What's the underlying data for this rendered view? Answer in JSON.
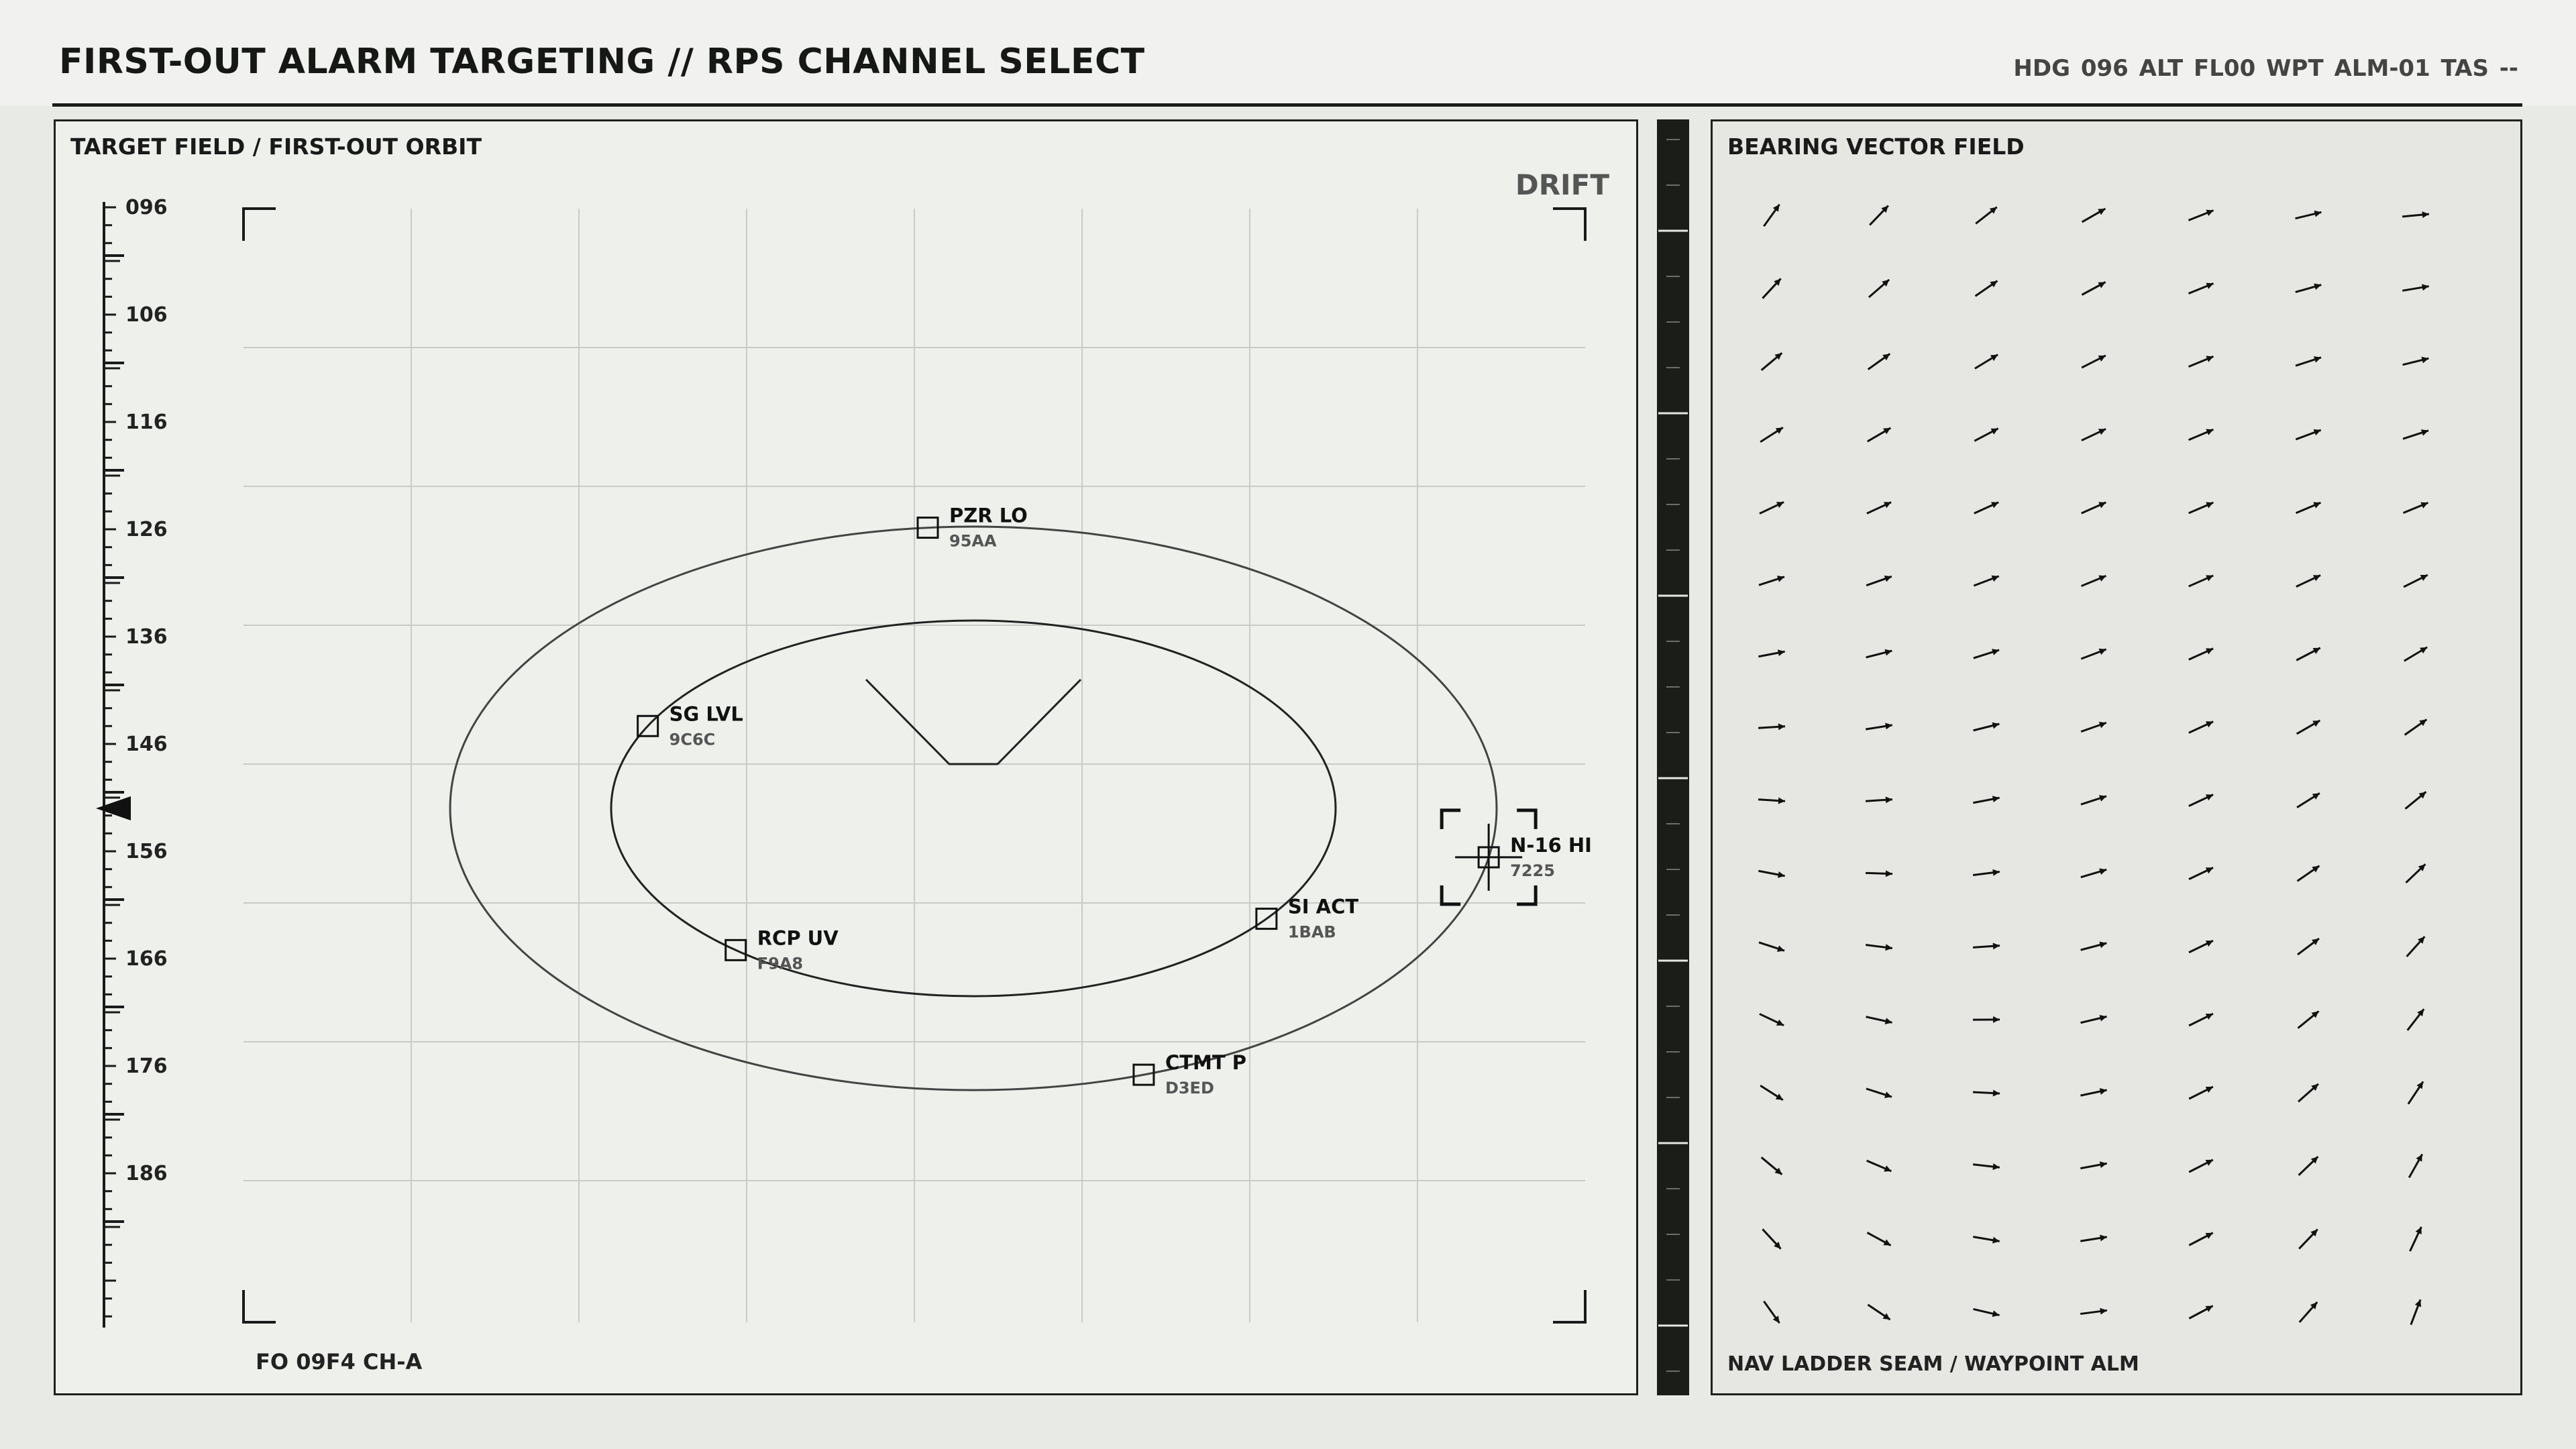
{
  "header": {
    "title": "FIRST-OUT ALARM TARGETING  //  RPS CHANNEL SELECT",
    "status": "HDG 096   ALT FL00   WPT ALM-01   TAS --"
  },
  "target_panel": {
    "label": "TARGET FIELD  /  FIRST-OUT ORBIT",
    "drift_label": "DRIFT",
    "footer": "FO 09F4  CH-A",
    "scale_ticks": [
      "096",
      "106",
      "116",
      "126",
      "136",
      "146",
      "156",
      "166",
      "176",
      "186"
    ],
    "scale_pointer_value": 152,
    "targets": [
      {
        "name": "CTMT P",
        "code": "D3ED"
      },
      {
        "name": "RCP UV",
        "code": "F9A8"
      },
      {
        "name": "SI ACT",
        "code": "1BAB"
      },
      {
        "name": "SG LVL",
        "code": "9C6C"
      },
      {
        "name": "N-16 HI",
        "code": "7225",
        "selected": true
      },
      {
        "name": "PZR LO",
        "code": "95AA"
      }
    ]
  },
  "vector_panel": {
    "label": "BEARING VECTOR FIELD",
    "footer": "NAV LADDER SEAM  /  WAYPOINT ALM",
    "rows": 16,
    "cols": 7
  },
  "colors": {
    "background": "#e8eae6",
    "panel": "#eef0ec",
    "ink": "#161814",
    "ladder": "#1b1d19"
  }
}
